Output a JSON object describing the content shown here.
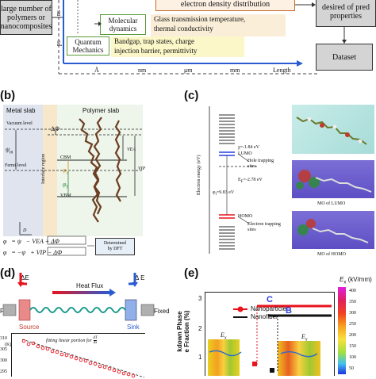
{
  "panel_a": {
    "left_box": "large number of\npolymers or\nnanocomposites",
    "top_box": "electron density distribution",
    "right_box": "desired of pred\nproperties",
    "dataset_box": "Dataset",
    "md_label": "Molecular\ndynamics",
    "md_desc": "Glass transmission temperature,\nthermal conductivity",
    "qm_label": "Quantum\nMechanics",
    "qm_desc": "Bandgap, trap states, charge\ninjection barrier, permittivity",
    "y_ticks": [
      "ns",
      "ps"
    ],
    "x_ticks": [
      "Å",
      "nm",
      "μm",
      "mm",
      "Length"
    ]
  },
  "panel_b": {
    "label": "(b)",
    "metal_slab": "Metal slab",
    "polymer_slab": "Polymer slab",
    "vacuum_level": "Vacuum level",
    "delta_phi": "ΔΦ",
    "psi_m": "ψ",
    "psi_sub": "m",
    "fermi_level": "Fermi level",
    "interface_region": "Interface region",
    "cbm": "CBM",
    "vbm": "VBM",
    "vea": "VEA",
    "vip": "VIP",
    "phi_e": "φ",
    "phi_e_sub": "e",
    "phi_h": "φ",
    "phi_h_sub": "h",
    "axis_d": "D",
    "eq1": "φ   = ψ   − VEA + ΔΦ",
    "eq2": "φ   = −ψ   + VIP − ΔΦ",
    "dft_box": "Determined\nby DFT"
  },
  "panel_c": {
    "label": "(c)",
    "y_axis": "Electron energy (eV)",
    "chi": "χ=-1.84 eV",
    "lumo": "LUMO",
    "hole_trapping": "Hole trapping\nsites",
    "ef": "E",
    "ef_sub": "F",
    "ef_val": "=-2.78 eV",
    "phi": "φ",
    "phi_sub": "l",
    "phi_val": "=9.83 eV",
    "homo": "HOMO",
    "electron_trapping": "Electron trapping\nsites",
    "mo_lumo": "MO of LUMO",
    "mo_homo": "MO of HOMO"
  },
  "panel_d": {
    "label": "(d)",
    "delta_e_left": "ΔE",
    "heat_flux": "Heat Flux",
    "delta_e_right": "Δ E",
    "fixed_left": "Fixed",
    "fixed_right": "Fixed",
    "source": "Source",
    "sink": "Sink",
    "fit_text": "fitting linear portion for",
    "frac_num": "dT",
    "frac_den": "dx",
    "y_ticks": [
      "310",
      "305",
      "300",
      "295"
    ],
    "y_unit": "(K)"
  },
  "panel_e": {
    "label": "(e)",
    "y_ticks": [
      "3",
      "2",
      "1"
    ],
    "y_axis": "kdown Phase\ne Fraction (%)",
    "legend_np": "Nanoparticle",
    "legend_nf": "Nanofiber",
    "c_label": "C",
    "b_label": "B",
    "ex_left": "E",
    "ex_left_sub": "x",
    "ex_right": "E",
    "ex_right_sub": "x",
    "cbar_title": "E",
    "cbar_title_sub": "x",
    "cbar_unit": " (kV/mm)",
    "cbar_ticks": [
      "400",
      "350",
      "300",
      "250",
      "200",
      "150",
      "100",
      "50"
    ],
    "colors": {
      "np": "#e8131c",
      "nf": "#111111",
      "c": "#2a3de0",
      "b": "#2a3de0"
    }
  }
}
